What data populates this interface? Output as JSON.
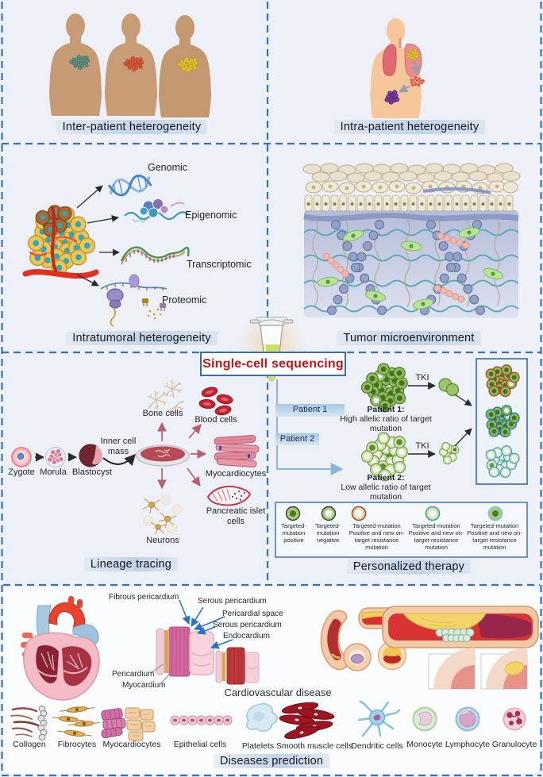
{
  "figure": {
    "panels": {
      "inter_patient": {
        "caption": "Inter-patient heterogeneity"
      },
      "intra_patient": {
        "caption": "Intra-patient heterogeneity"
      },
      "intratumoral": {
        "caption": "Intratumoral heterogeneity",
        "omics": [
          "Genomic",
          "Epigenomic",
          "Transcriptomic",
          "Proteomic"
        ]
      },
      "microenvironment": {
        "caption": "Tumor microenvironment"
      },
      "center": {
        "label": "Single-cell sequencing"
      },
      "lineage": {
        "caption": "Lineage tracing",
        "stages": [
          "Zygote",
          "Morula",
          "Blastocyst"
        ],
        "inner_cell_mass": "Inner cell mass",
        "fates": [
          "Bone cells",
          "Blood cells",
          "Myocardiocytes",
          "Pancreatic islet cells",
          "Neurons"
        ]
      },
      "personalized": {
        "caption": "Personalized therapy",
        "tki": "TKI",
        "patients": [
          {
            "tag": "Patient 1",
            "name": "Patient 1:",
            "desc": "High allelic ratio of target mutation"
          },
          {
            "tag": "Patient 2",
            "name": "Patient 2:",
            "desc": "Low allelic ratio of target mutation"
          }
        ],
        "legend": [
          "Targeted-mutation positive",
          "Targeted-mutation negative",
          "Targeted-mutation Positive and new on-target resistance mutation",
          "Targeted-mutation Positive and new on-target resistance mutation",
          "Targeted-mutation Positive and new on-target resistance mutation"
        ]
      },
      "cardiovascular": {
        "caption": "Cardiovascular disease",
        "layer_labels": [
          "Fibrous pericardium",
          "Serous pericardium",
          "Pericardial space",
          "Serous pericardium",
          "Endocardium",
          "Pericardium",
          "Myocardium"
        ]
      },
      "cell_types": {
        "caption": "Diseases prediction",
        "items": [
          "Collogen",
          "Fibrocytes",
          "Myocardiocytes",
          "Epithelial cells",
          "Platelets",
          "Smooth muscle cells",
          "Dendritic cells",
          "Monocyte",
          "Lymphocyte",
          "Granulocyte"
        ]
      }
    },
    "colors": {
      "divider": "#3a72b5",
      "accent_red": "#c41414",
      "box_border": "#3c6ea5"
    }
  }
}
